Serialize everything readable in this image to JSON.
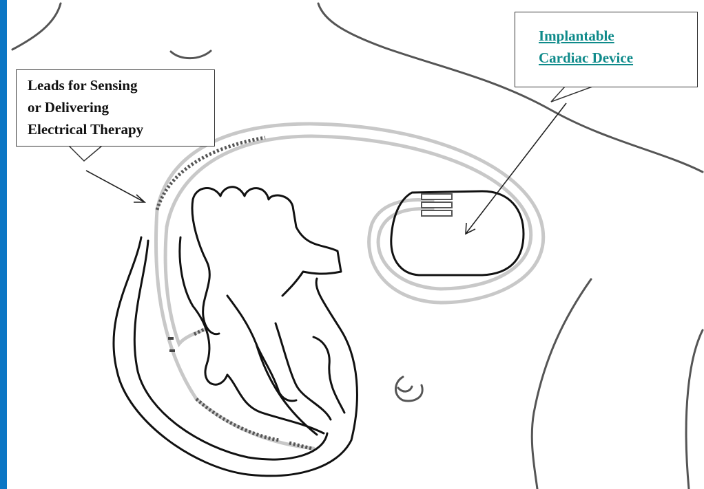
{
  "callouts": {
    "leads": {
      "line1": "Leads for Sensing",
      "line2": "or Delivering",
      "line3": "Electrical Therapy"
    },
    "device": {
      "line1": "Implantable",
      "line2": "Cardiac Device"
    }
  },
  "colors": {
    "frame": "#0b76c4",
    "link": "#0e8a8a",
    "lead": "#c8c8c8",
    "lead_band": "#555555"
  }
}
